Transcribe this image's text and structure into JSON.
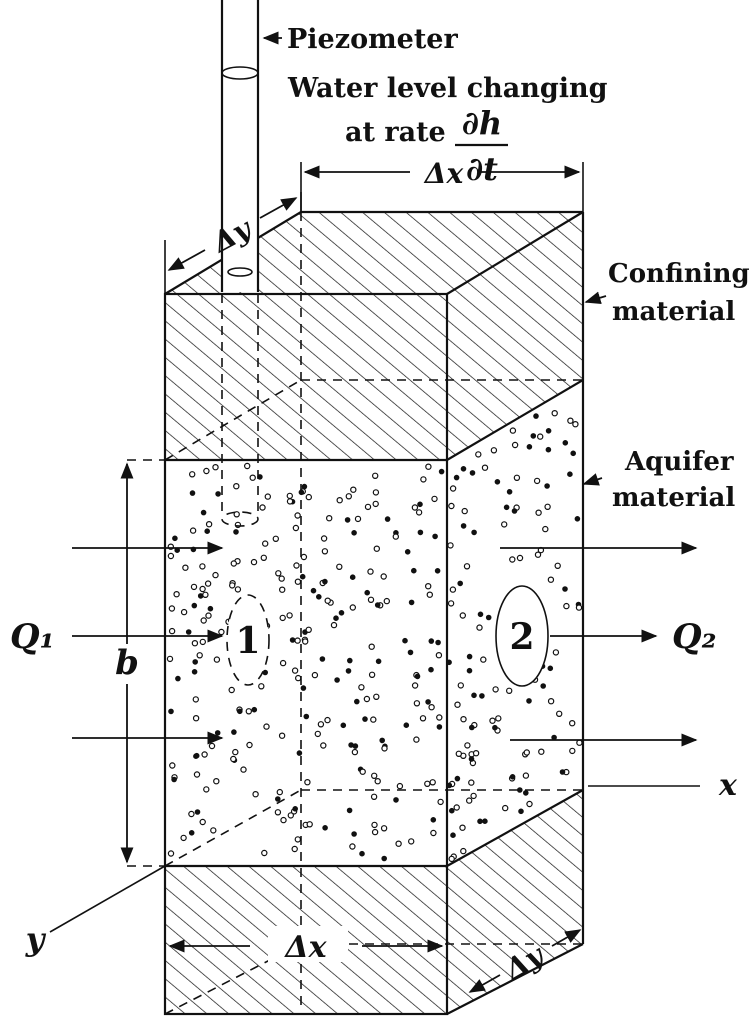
{
  "labels": {
    "piezometer": "Piezometer",
    "water_level_line1": "Water level changing",
    "water_level_line2": "at rate",
    "rate_numerator": "∂h",
    "rate_denominator": "∂t",
    "delta_x_top": "Δx",
    "delta_y_top": "Δy",
    "confining": "Confining",
    "confining_2": "material",
    "aquifer": "Aquifer",
    "aquifer_2": "material",
    "q1": "Q₁",
    "q2": "Q₂",
    "face1": "1",
    "face2": "2",
    "b": "b",
    "x_axis": "x",
    "y_axis": "y",
    "delta_x_bottom": "Δx",
    "delta_y_bottom": "Δy"
  },
  "colors": {
    "ink": "#111111",
    "background": "#ffffff"
  }
}
